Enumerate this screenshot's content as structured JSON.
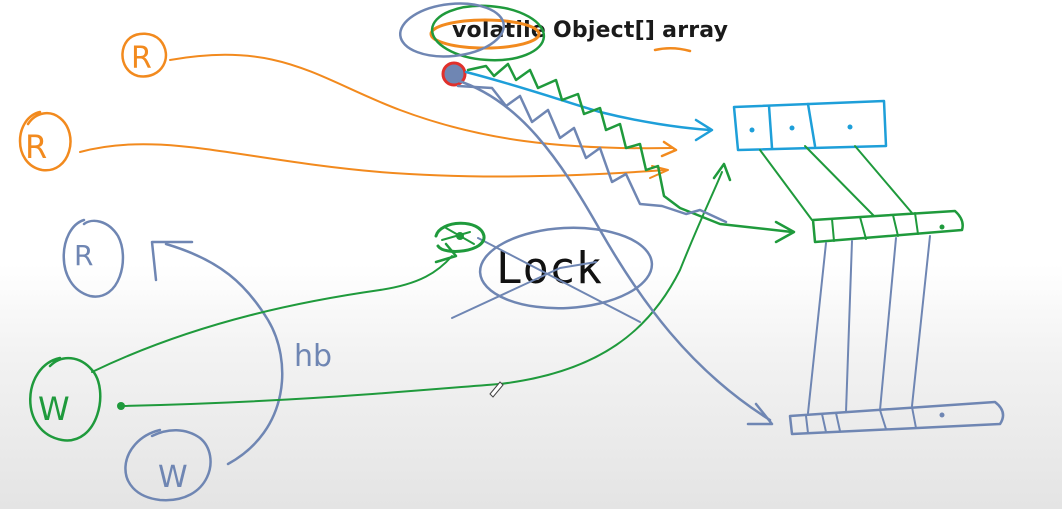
{
  "code": {
    "keyword": "volatile",
    "type": "Object[]",
    "identifier": "array"
  },
  "labels": {
    "reader_1": "R",
    "reader_2": "R",
    "reader_3": "R",
    "writer_1": "W",
    "writer_2": "W",
    "lock": "Lock",
    "happens_before": "hb"
  },
  "colors": {
    "orange": "#f28a1e",
    "blue": "#1e9fd9",
    "green": "#1f9a3c",
    "slate": "#6f86b3",
    "red": "#e0302b"
  }
}
